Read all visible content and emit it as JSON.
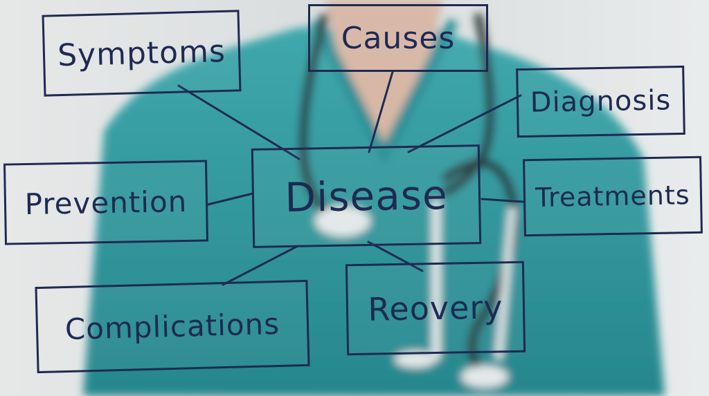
{
  "diagram": {
    "center": "Disease",
    "nodes": [
      {
        "id": "symptoms",
        "label": "Symptoms"
      },
      {
        "id": "causes",
        "label": "Causes"
      },
      {
        "id": "diagnosis",
        "label": "Diagnosis"
      },
      {
        "id": "prevention",
        "label": "Prevention"
      },
      {
        "id": "treatments",
        "label": "Treatments"
      },
      {
        "id": "complications",
        "label": "Complications"
      },
      {
        "id": "recovery",
        "label": "Reovery"
      }
    ],
    "colors": {
      "ink": "#1e2a52",
      "scrubs": "#2c9aa0",
      "background": "#dcdfe0",
      "stethoscope": "#2a3436"
    }
  }
}
